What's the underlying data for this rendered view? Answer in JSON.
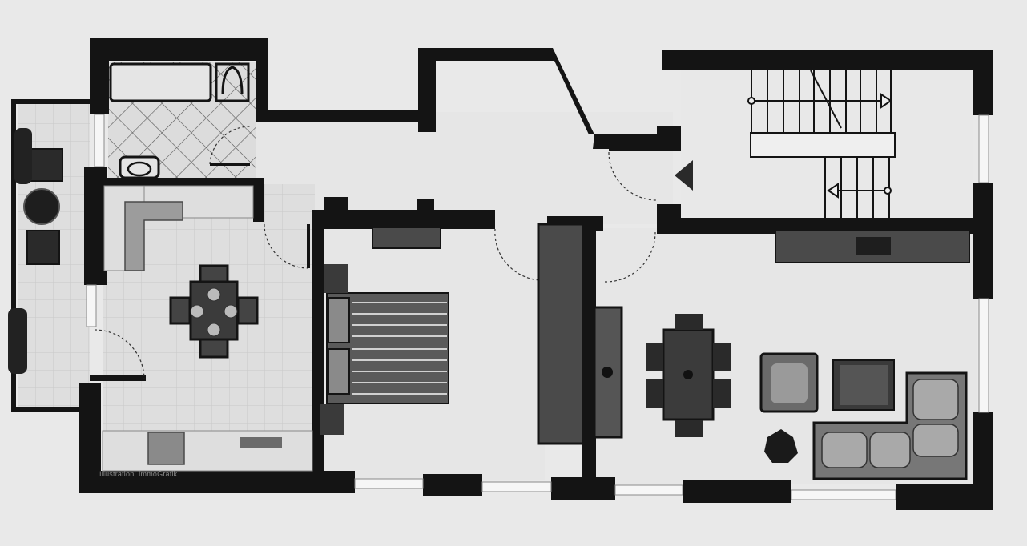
{
  "credit": "Illustration: ImmoGrafik",
  "colors": {
    "paper": "#e9e9e9",
    "floor": "#e6e6e6",
    "wall": "#141414",
    "tile": "#dcdcdc",
    "furniture": "#3c3c3c",
    "window": "#f4f4f4"
  },
  "rooms": [
    {
      "name": "bathroom",
      "flooring": "diagonal-tile"
    },
    {
      "name": "kitchen",
      "flooring": "tile"
    },
    {
      "name": "balcony",
      "flooring": "tile"
    },
    {
      "name": "bedroom",
      "flooring": "plain"
    },
    {
      "name": "hallway",
      "flooring": "plain"
    },
    {
      "name": "living-room",
      "flooring": "plain"
    },
    {
      "name": "stairwell",
      "flooring": "plain"
    }
  ],
  "icons": [
    "entrance-arrow-icon",
    "stair-direction-arrow-icon",
    "plant-icon"
  ]
}
